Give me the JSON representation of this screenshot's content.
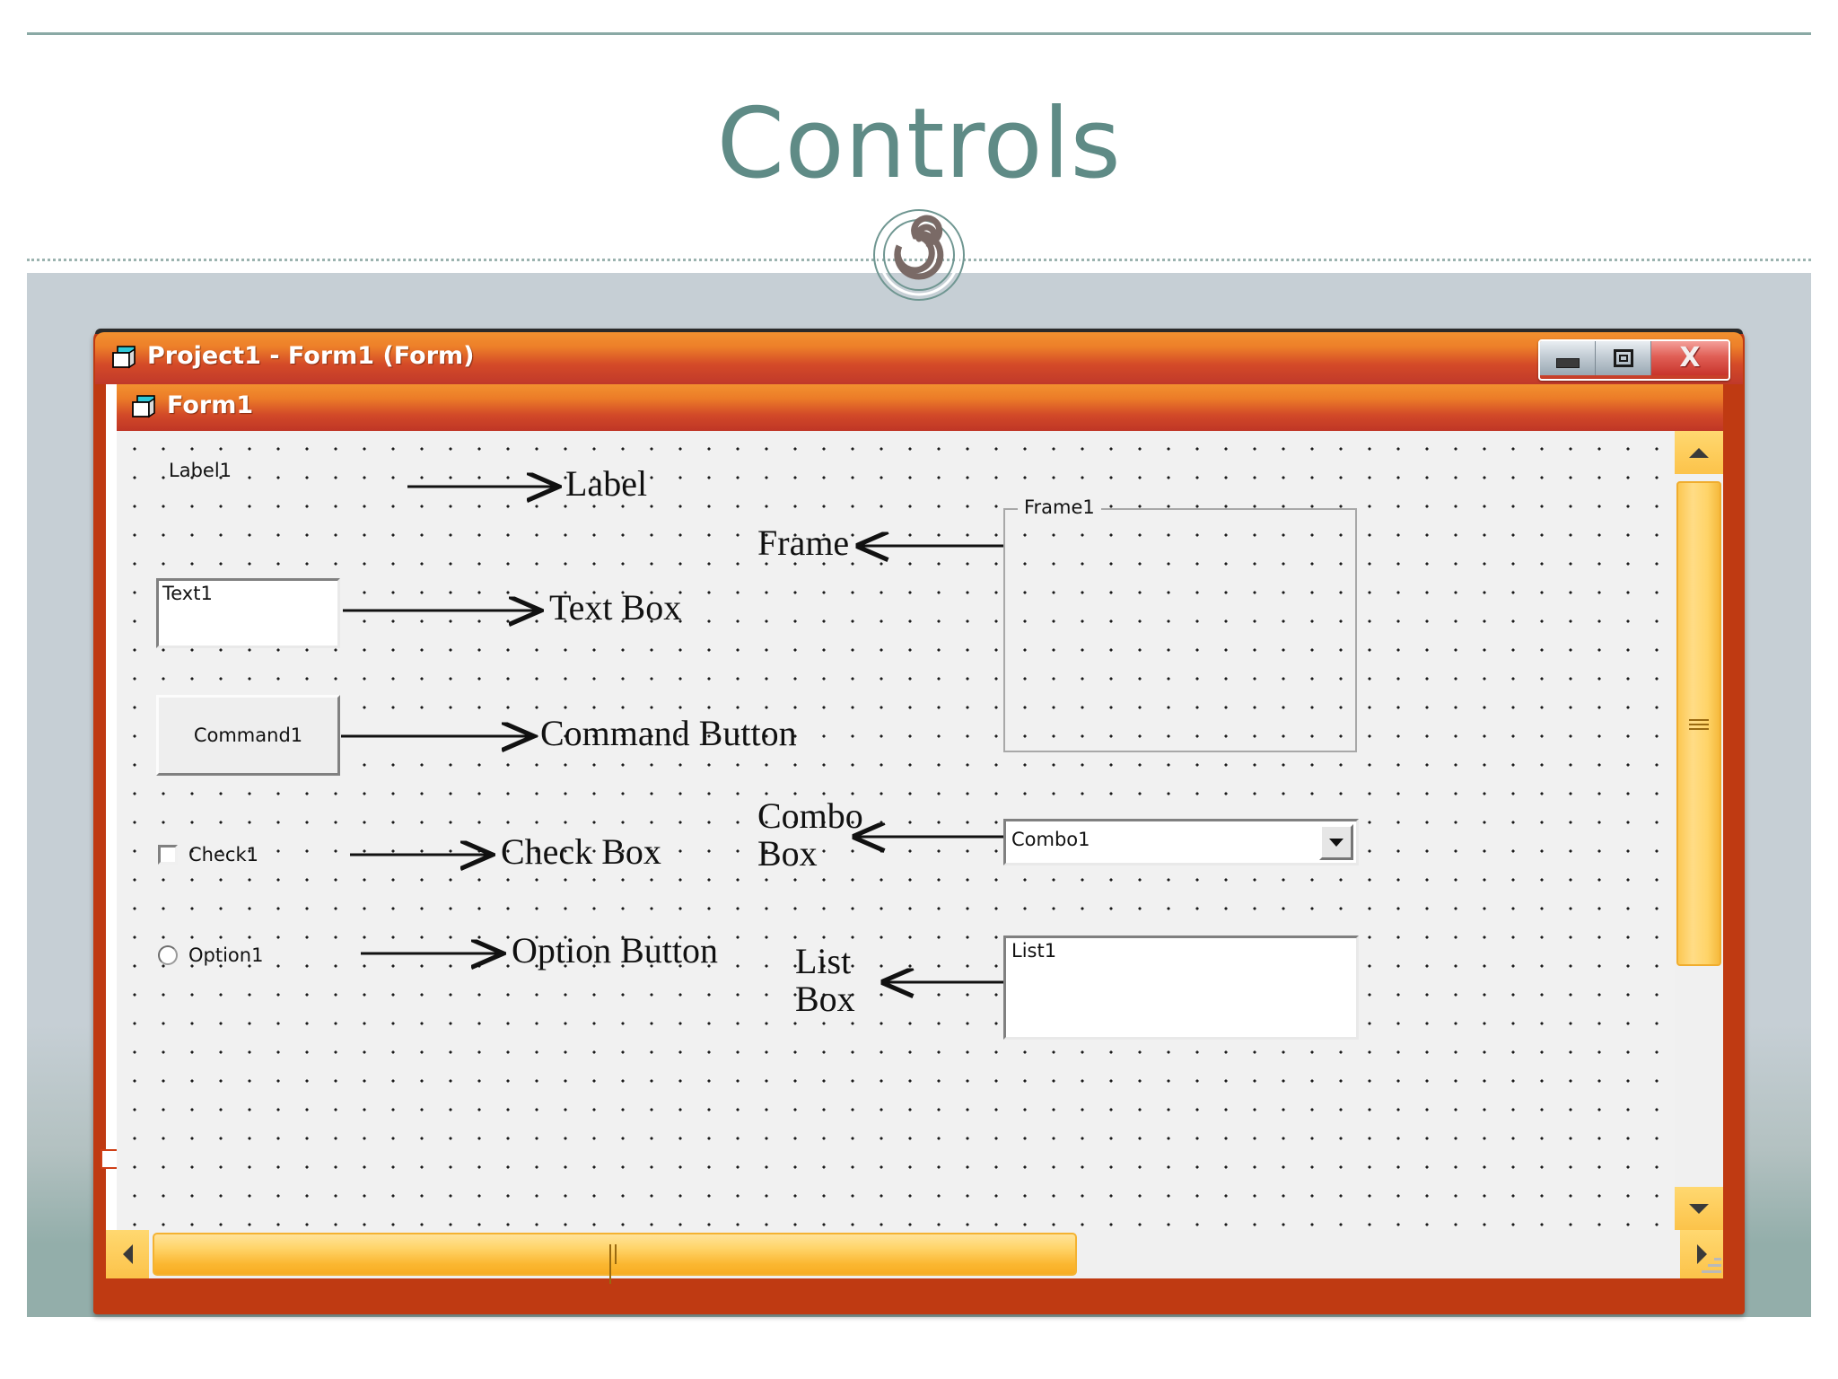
{
  "slide": {
    "title": "Controls",
    "ornament_icon": "spiral-ornament-icon",
    "accent_color": "#5f8b86",
    "background_top_color": "#c6cfd5",
    "background_bottom_color": "#93aeaa"
  },
  "window": {
    "titlebar_icon": "vb-form-icon",
    "title": "Project1 - Form1 (Form)",
    "buttons": {
      "minimize": {
        "icon": "minimize-icon",
        "label": "–"
      },
      "maximize": {
        "icon": "restore-icon",
        "label": "▣"
      },
      "close": {
        "icon": "close-icon",
        "label": "X"
      }
    },
    "inner_form": {
      "icon": "vb-form-icon",
      "title": "Form1"
    },
    "scrollbars": {
      "vertical": {
        "up_icon": "arrow-up-icon",
        "down_icon": "arrow-down-icon",
        "grip_icon": "grip-icon"
      },
      "horizontal": {
        "left_icon": "arrow-left-icon",
        "right_icon": "arrow-right-icon",
        "grip_icon": "grip-icon"
      }
    }
  },
  "controls": {
    "label": {
      "caption": "Label1"
    },
    "textbox": {
      "value": "Text1"
    },
    "button": {
      "caption": "Command1"
    },
    "checkbox": {
      "caption": "Check1",
      "checked": false
    },
    "option": {
      "caption": "Option1",
      "selected": false
    },
    "frame": {
      "caption": "Frame1"
    },
    "combo": {
      "value": "Combo1",
      "arrow_icon": "chevron-down-icon"
    },
    "listbox": {
      "value": "List1"
    }
  },
  "annotations": [
    {
      "id": "label",
      "text": "Label",
      "direction": "right"
    },
    {
      "id": "textbox",
      "text": "Text Box",
      "direction": "right"
    },
    {
      "id": "button",
      "text": "Command Button",
      "direction": "right"
    },
    {
      "id": "checkbox",
      "text": "Check Box",
      "direction": "right"
    },
    {
      "id": "option",
      "text": "Option Button",
      "direction": "right"
    },
    {
      "id": "frame",
      "text": "Frame",
      "direction": "left"
    },
    {
      "id": "combo",
      "text": "Combo\nBox",
      "direction": "left"
    },
    {
      "id": "listbox",
      "text": "List\nBox",
      "direction": "left"
    }
  ]
}
